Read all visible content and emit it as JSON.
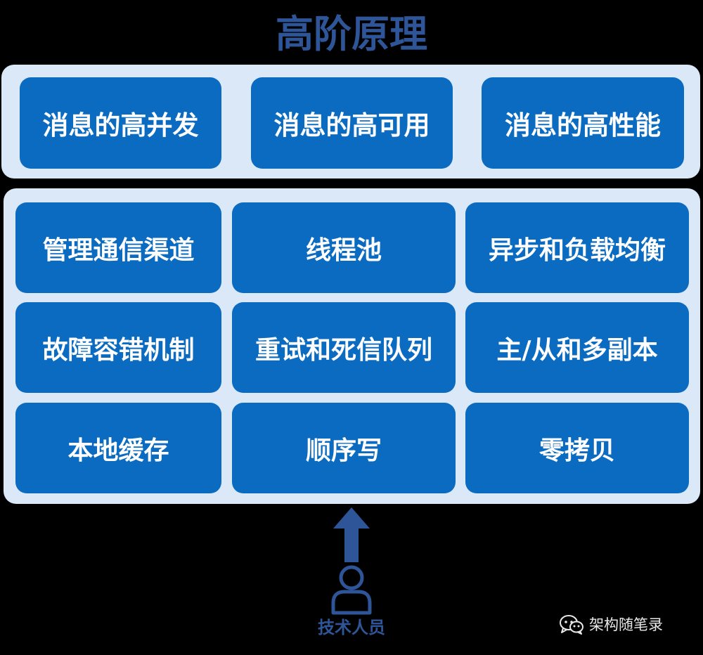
{
  "title": "高阶原理",
  "top_row": [
    "消息的高并发",
    "消息的高可用",
    "消息的高性能"
  ],
  "grid": [
    [
      "管理通信渠道",
      "线程池",
      "异步和负载均衡"
    ],
    [
      "故障容错机制",
      "重试和死信队列",
      "主/从和多副本"
    ],
    [
      "本地缓存",
      "顺序写",
      "零拷贝"
    ]
  ],
  "actor": {
    "label": "技术人员",
    "icon": "person-icon"
  },
  "watermark": {
    "icon": "wechat-icon",
    "text": "架构随笔录"
  },
  "colors": {
    "background": "#000000",
    "panel": "#dae8f8",
    "box": "#0a6bc1",
    "accent": "#2e5597",
    "box_text": "#ffffff"
  }
}
